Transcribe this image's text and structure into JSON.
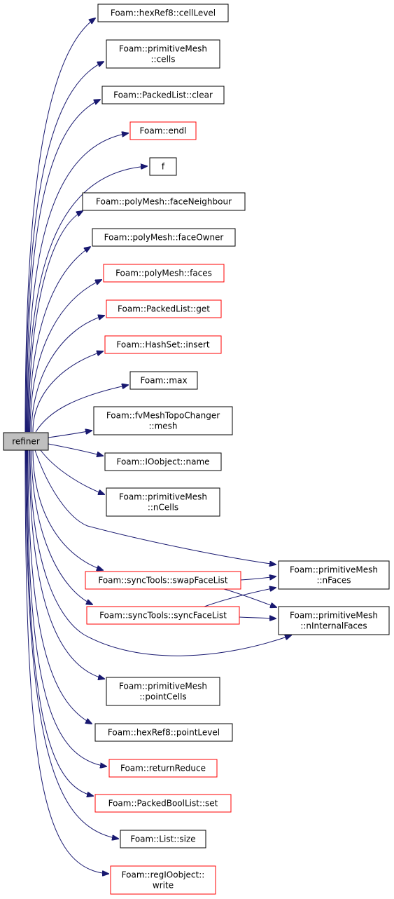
{
  "colors": {
    "edge": "#191970",
    "border_normal": "#000000",
    "border_red": "#ff0000",
    "root_fill": "#bfbfbf",
    "node_fill": "#ffffff"
  },
  "root": {
    "label": "refiner"
  },
  "nodes": [
    {
      "id": "n1",
      "lines": [
        "Foam::hexRef8::cellLevel"
      ],
      "border": "black"
    },
    {
      "id": "n2",
      "lines": [
        "Foam::primitiveMesh",
        "::cells"
      ],
      "border": "black"
    },
    {
      "id": "n3",
      "lines": [
        "Foam::PackedList::clear"
      ],
      "border": "black"
    },
    {
      "id": "n4",
      "lines": [
        "Foam::endl"
      ],
      "border": "red"
    },
    {
      "id": "n5",
      "lines": [
        "f"
      ],
      "border": "black"
    },
    {
      "id": "n6",
      "lines": [
        "Foam::polyMesh::faceNeighbour"
      ],
      "border": "black"
    },
    {
      "id": "n7",
      "lines": [
        "Foam::polyMesh::faceOwner"
      ],
      "border": "black"
    },
    {
      "id": "n8",
      "lines": [
        "Foam::polyMesh::faces"
      ],
      "border": "red"
    },
    {
      "id": "n9",
      "lines": [
        "Foam::PackedList::get"
      ],
      "border": "red"
    },
    {
      "id": "n10",
      "lines": [
        "Foam::HashSet::insert"
      ],
      "border": "red"
    },
    {
      "id": "n11",
      "lines": [
        "Foam::max"
      ],
      "border": "black"
    },
    {
      "id": "n12",
      "lines": [
        "Foam::fvMeshTopoChanger",
        "::mesh"
      ],
      "border": "black"
    },
    {
      "id": "n13",
      "lines": [
        "Foam::IOobject::name"
      ],
      "border": "black"
    },
    {
      "id": "n14",
      "lines": [
        "Foam::primitiveMesh",
        "::nCells"
      ],
      "border": "black"
    },
    {
      "id": "n15",
      "lines": [
        "Foam::primitiveMesh",
        "::nFaces"
      ],
      "border": "black"
    },
    {
      "id": "n16",
      "lines": [
        "Foam::syncTools::swapFaceList"
      ],
      "border": "red"
    },
    {
      "id": "n17",
      "lines": [
        "Foam::primitiveMesh",
        "::nInternalFaces"
      ],
      "border": "black"
    },
    {
      "id": "n18",
      "lines": [
        "Foam::syncTools::syncFaceList"
      ],
      "border": "red"
    },
    {
      "id": "n19",
      "lines": [
        "Foam::primitiveMesh",
        "::pointCells"
      ],
      "border": "black"
    },
    {
      "id": "n20",
      "lines": [
        "Foam::hexRef8::pointLevel"
      ],
      "border": "black"
    },
    {
      "id": "n21",
      "lines": [
        "Foam::returnReduce"
      ],
      "border": "red"
    },
    {
      "id": "n22",
      "lines": [
        "Foam::PackedBoolList::set"
      ],
      "border": "red"
    },
    {
      "id": "n23",
      "lines": [
        "Foam::List::size"
      ],
      "border": "black"
    },
    {
      "id": "n24",
      "lines": [
        "Foam::regIOobject::",
        "write"
      ],
      "border": "red"
    }
  ],
  "edges": [
    [
      "root",
      "n1"
    ],
    [
      "root",
      "n2"
    ],
    [
      "root",
      "n3"
    ],
    [
      "root",
      "n4"
    ],
    [
      "root",
      "n5"
    ],
    [
      "root",
      "n6"
    ],
    [
      "root",
      "n7"
    ],
    [
      "root",
      "n8"
    ],
    [
      "root",
      "n9"
    ],
    [
      "root",
      "n10"
    ],
    [
      "root",
      "n11"
    ],
    [
      "root",
      "n12"
    ],
    [
      "root",
      "n13"
    ],
    [
      "root",
      "n14"
    ],
    [
      "root",
      "n15"
    ],
    [
      "root",
      "n16"
    ],
    [
      "root",
      "n17"
    ],
    [
      "root",
      "n18"
    ],
    [
      "root",
      "n19"
    ],
    [
      "root",
      "n20"
    ],
    [
      "root",
      "n21"
    ],
    [
      "root",
      "n22"
    ],
    [
      "root",
      "n23"
    ],
    [
      "root",
      "n24"
    ],
    [
      "n16",
      "n15"
    ],
    [
      "n16",
      "n17"
    ],
    [
      "n18",
      "n15"
    ],
    [
      "n18",
      "n17"
    ]
  ]
}
